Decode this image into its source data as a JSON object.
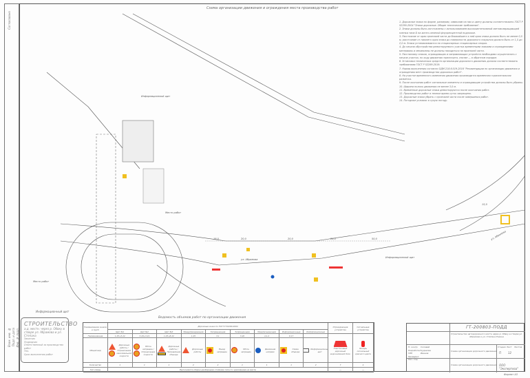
{
  "title": "Схема организации движения и ограждения места производства работ",
  "left_strip": [
    "Согласовано",
    "Взам. инв. №",
    "Подп. и дата",
    "Инв. № подл."
  ],
  "notes": [
    "1. Дорожные знаки по форме, размерам, символам на них и цвету должны соответствовать ГОСТ Р 52290-2004 \"Знаки дорожные. Общие технические требования\".",
    "2. Знаки должны быть изготовлены с использованием высокоинтенсивной световозвращающей пленки типа Б на желто-зеленой флуоресцентной подложке.",
    "3. Расстояние от края проезжей части до ближайшего к ней края знака должно быть не менее 0,5 м, расстояние от нижнего края знака до поверхности дорожного покрытия должно быть от 1,5 до 2,0 м. Знаки устанавливаются на стационарных стационарных опорах.",
    "4. До начала обустройства ремонтируемого участка временными знаками и ограждениями материалы и механизмы не должны находиться на проезжей части.",
    "5. Расстановку знаков, ограждающих и направляющих устройств необходимо осуществлять с начала участка, по ходу движения транспорта, снятие — в обратном порядке.",
    "6. Установка технических средств организации дорожного движения должна соответствовать требованиям ГОСТ Р 52289-2019.",
    "7. Нормы выполнения согласно ОДМ 218.6.019-2016 \"Рекомендации по организации движения и ограждению мест производства дорожных работ\".",
    "8. На участке временного изменения движения производится временная горизонтальная разметка.",
    "9. После окончания работ сигнальные элементы и ограждающие устройства должны быть убраны.",
    "10. Ширина полосы движения не менее 3,0 м.",
    "11. Временные дорожные знаки демонтируются после окончания работ.",
    "12. Производство работ в темное время суток запрещено.",
    "13. Дорожные знаки убрать с проезжей части после завершения работ.",
    "14. Погодные условия: в сухую погоду."
  ],
  "map_labels": {
    "street": "ул. Абрамова",
    "work_zone": "Место работ",
    "info_shield": "Информационный щит",
    "dims": [
      "18,0",
      "20,0",
      "20,0",
      "20,0",
      "50,0",
      "15,0"
    ]
  },
  "info_shield": {
    "caption": "Информационный щит",
    "heading": "СТРОИТЕЛЬСТВО",
    "lines": [
      "а.д. местн. через р. Обвку в створе ул. Абрамова и ул. Степана",
      "Заказчик",
      "Подрядчик",
      "Ответственный за производство работ",
      "Тел.",
      "Срок выполнения работ"
    ]
  },
  "legend": {
    "title": "Ведомость объемов работ по организации движения",
    "header_name": "Наименование знаков и групп",
    "header_group": "Дорожные знаки по ГОСТ Р 52290-2004",
    "row_labels": [
      "Наименование",
      "Общий вид",
      "Количество",
      "Тип опоры"
    ],
    "columns": [
      {
        "group": "Щит №1",
        "code": "1.25+3.24",
        "desc": "Дорожные работы / Ограничение максимальной скорости",
        "qty": "1",
        "sign": "tri-circ"
      },
      {
        "group": "Щит №2",
        "code": "3.20+3.24",
        "desc": "Обгон запрещен / Ограничение скорости",
        "qty": "1",
        "sign": "circ-circ"
      },
      {
        "group": "Щит №3",
        "code": "1.25+8.22",
        "desc": "Дорожные работы / Направление объезда",
        "qty": "1",
        "sign": "tri-bar"
      },
      {
        "group": "Предупреждающие",
        "code": "1.25",
        "desc": "Дорожные работы",
        "qty": "2",
        "sign": "tri"
      },
      {
        "group": "Запрещающие",
        "code": "3.1",
        "desc": "Въезд запрещен",
        "qty": "2",
        "sign": "sq"
      },
      {
        "group": "Запрещающие",
        "code": "3.20",
        "desc": "Обгон запрещен",
        "qty": "1",
        "sign": "circ"
      },
      {
        "group": "Предписывающие",
        "code": "4.1.2",
        "desc": "Движение направо",
        "qty": "1",
        "sign": "blue"
      },
      {
        "group": "Информационные",
        "code": "6.17",
        "desc": "Схема объезда",
        "qty": "1",
        "sign": "sq"
      },
      {
        "group": "Информационные",
        "code": "",
        "desc": "Информационный щит",
        "qty": "2",
        "sign": "board"
      }
    ],
    "fence": {
      "header": "Ограждающие устройства",
      "desc": "Пластиковый дорожный водоналивной блок",
      "qty": "7",
      "support": "—"
    },
    "lamp": {
      "header": "Сигнальные устройства",
      "desc": "Фонарь сигнальный красного цвета",
      "qty": "4",
      "support": "—"
    },
    "support_note": "Выполняется сборно-разборными стойками типа 3 с креплением на месте"
  },
  "stamp": {
    "code": "ГТ-200803-ПОДД",
    "description": "Строительство автодорожного моста через р. Обвку в створе ул. Абрамова и ул. Степана Разина",
    "sheet_title": "Схема организации дорожного движения",
    "stage_label": "Стадия",
    "sheet_label": "Лист",
    "sheets_label": "Листов",
    "stage": "П",
    "sheet": "12",
    "org": "ООО \"Экспертиза\"",
    "roles": [
      "Н. контр.",
      "Разработал",
      "ГИП",
      "Проверил",
      "Нач. отд."
    ],
    "names": [
      "Соловей",
      "Чудакова",
      "Иванов",
      "",
      ""
    ]
  },
  "format": "Формат А3"
}
